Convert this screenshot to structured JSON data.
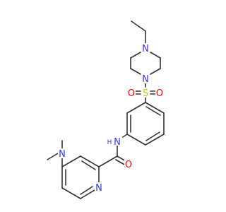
{
  "molecule": {
    "atom_labels": {
      "n_piperazine_top": "N",
      "n_piperazine_bottom": "N",
      "sulfur": "S",
      "oxygen_left": "O",
      "oxygen_right": "O",
      "amide_n": "N",
      "amide_h": "H",
      "carbonyl_o": "O",
      "n_dimethylamino": "N",
      "n_pyridine": "N"
    },
    "colors": {
      "bond": "#333333",
      "nitrogen": "#3333ff",
      "oxygen": "#ff0000",
      "sulfur": "#cccc00"
    }
  }
}
